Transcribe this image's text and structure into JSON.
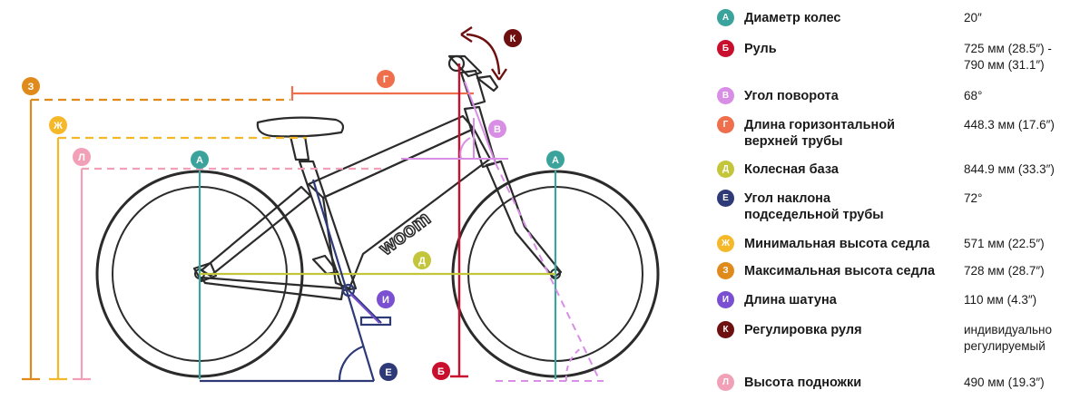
{
  "brand_text": "woom",
  "colors": {
    "A": "#3aa39b",
    "B": "#c8102e",
    "V": "#d98ee6",
    "G": "#ef6e4b",
    "D": "#c3c63a",
    "E": "#2e3a78",
    "ZH": "#f5b829",
    "Z": "#e08a1c",
    "I": "#7a4fd1",
    "K": "#6e0f10",
    "L": "#f2a0b7",
    "frame": "#2b2b2b"
  },
  "diagram_markers": {
    "A_front": "А",
    "A_rear": "А",
    "B": "Б",
    "V": "В",
    "G": "Г",
    "D": "Д",
    "E": "Е",
    "ZH": "Ж",
    "Z": "З",
    "I": "И",
    "K": "К",
    "L": "Л"
  },
  "specs": [
    {
      "letter": "А",
      "key": "A",
      "label": "Диаметр колес",
      "value": "20″"
    },
    {
      "letter": "Б",
      "key": "B",
      "label": "Руль",
      "value": "725 мм (28.5″) -\n790 мм (31.1″)"
    },
    {
      "letter": "В",
      "key": "V",
      "label": "Угол поворота",
      "value": "68°"
    },
    {
      "letter": "Г",
      "key": "G",
      "label": "Длина горизонтальной\nверхней трубы",
      "value": "448.3 мм (17.6″)"
    },
    {
      "letter": "Д",
      "key": "D",
      "label": "Колесная база",
      "value": "844.9 мм (33.3″)"
    },
    {
      "letter": "Е",
      "key": "E",
      "label": "Угол наклона\nподседельной трубы",
      "value": "72°"
    },
    {
      "letter": "Ж",
      "key": "ZH",
      "label": "Минимальная высота седла",
      "value": "571 мм (22.5″)"
    },
    {
      "letter": "З",
      "key": "Z",
      "label": "Максимальная высота седла",
      "value": "728 мм (28.7″)"
    },
    {
      "letter": "И",
      "key": "I",
      "label": "Длина шатуна",
      "value": "110 мм (4.3″)"
    },
    {
      "letter": "К",
      "key": "K",
      "label": "Регулировка руля",
      "value": "индивидуально\nрегулируемый"
    },
    {
      "letter": "Л",
      "key": "L",
      "label": "Высота подножки",
      "value": "490 мм (19.3″)"
    }
  ]
}
